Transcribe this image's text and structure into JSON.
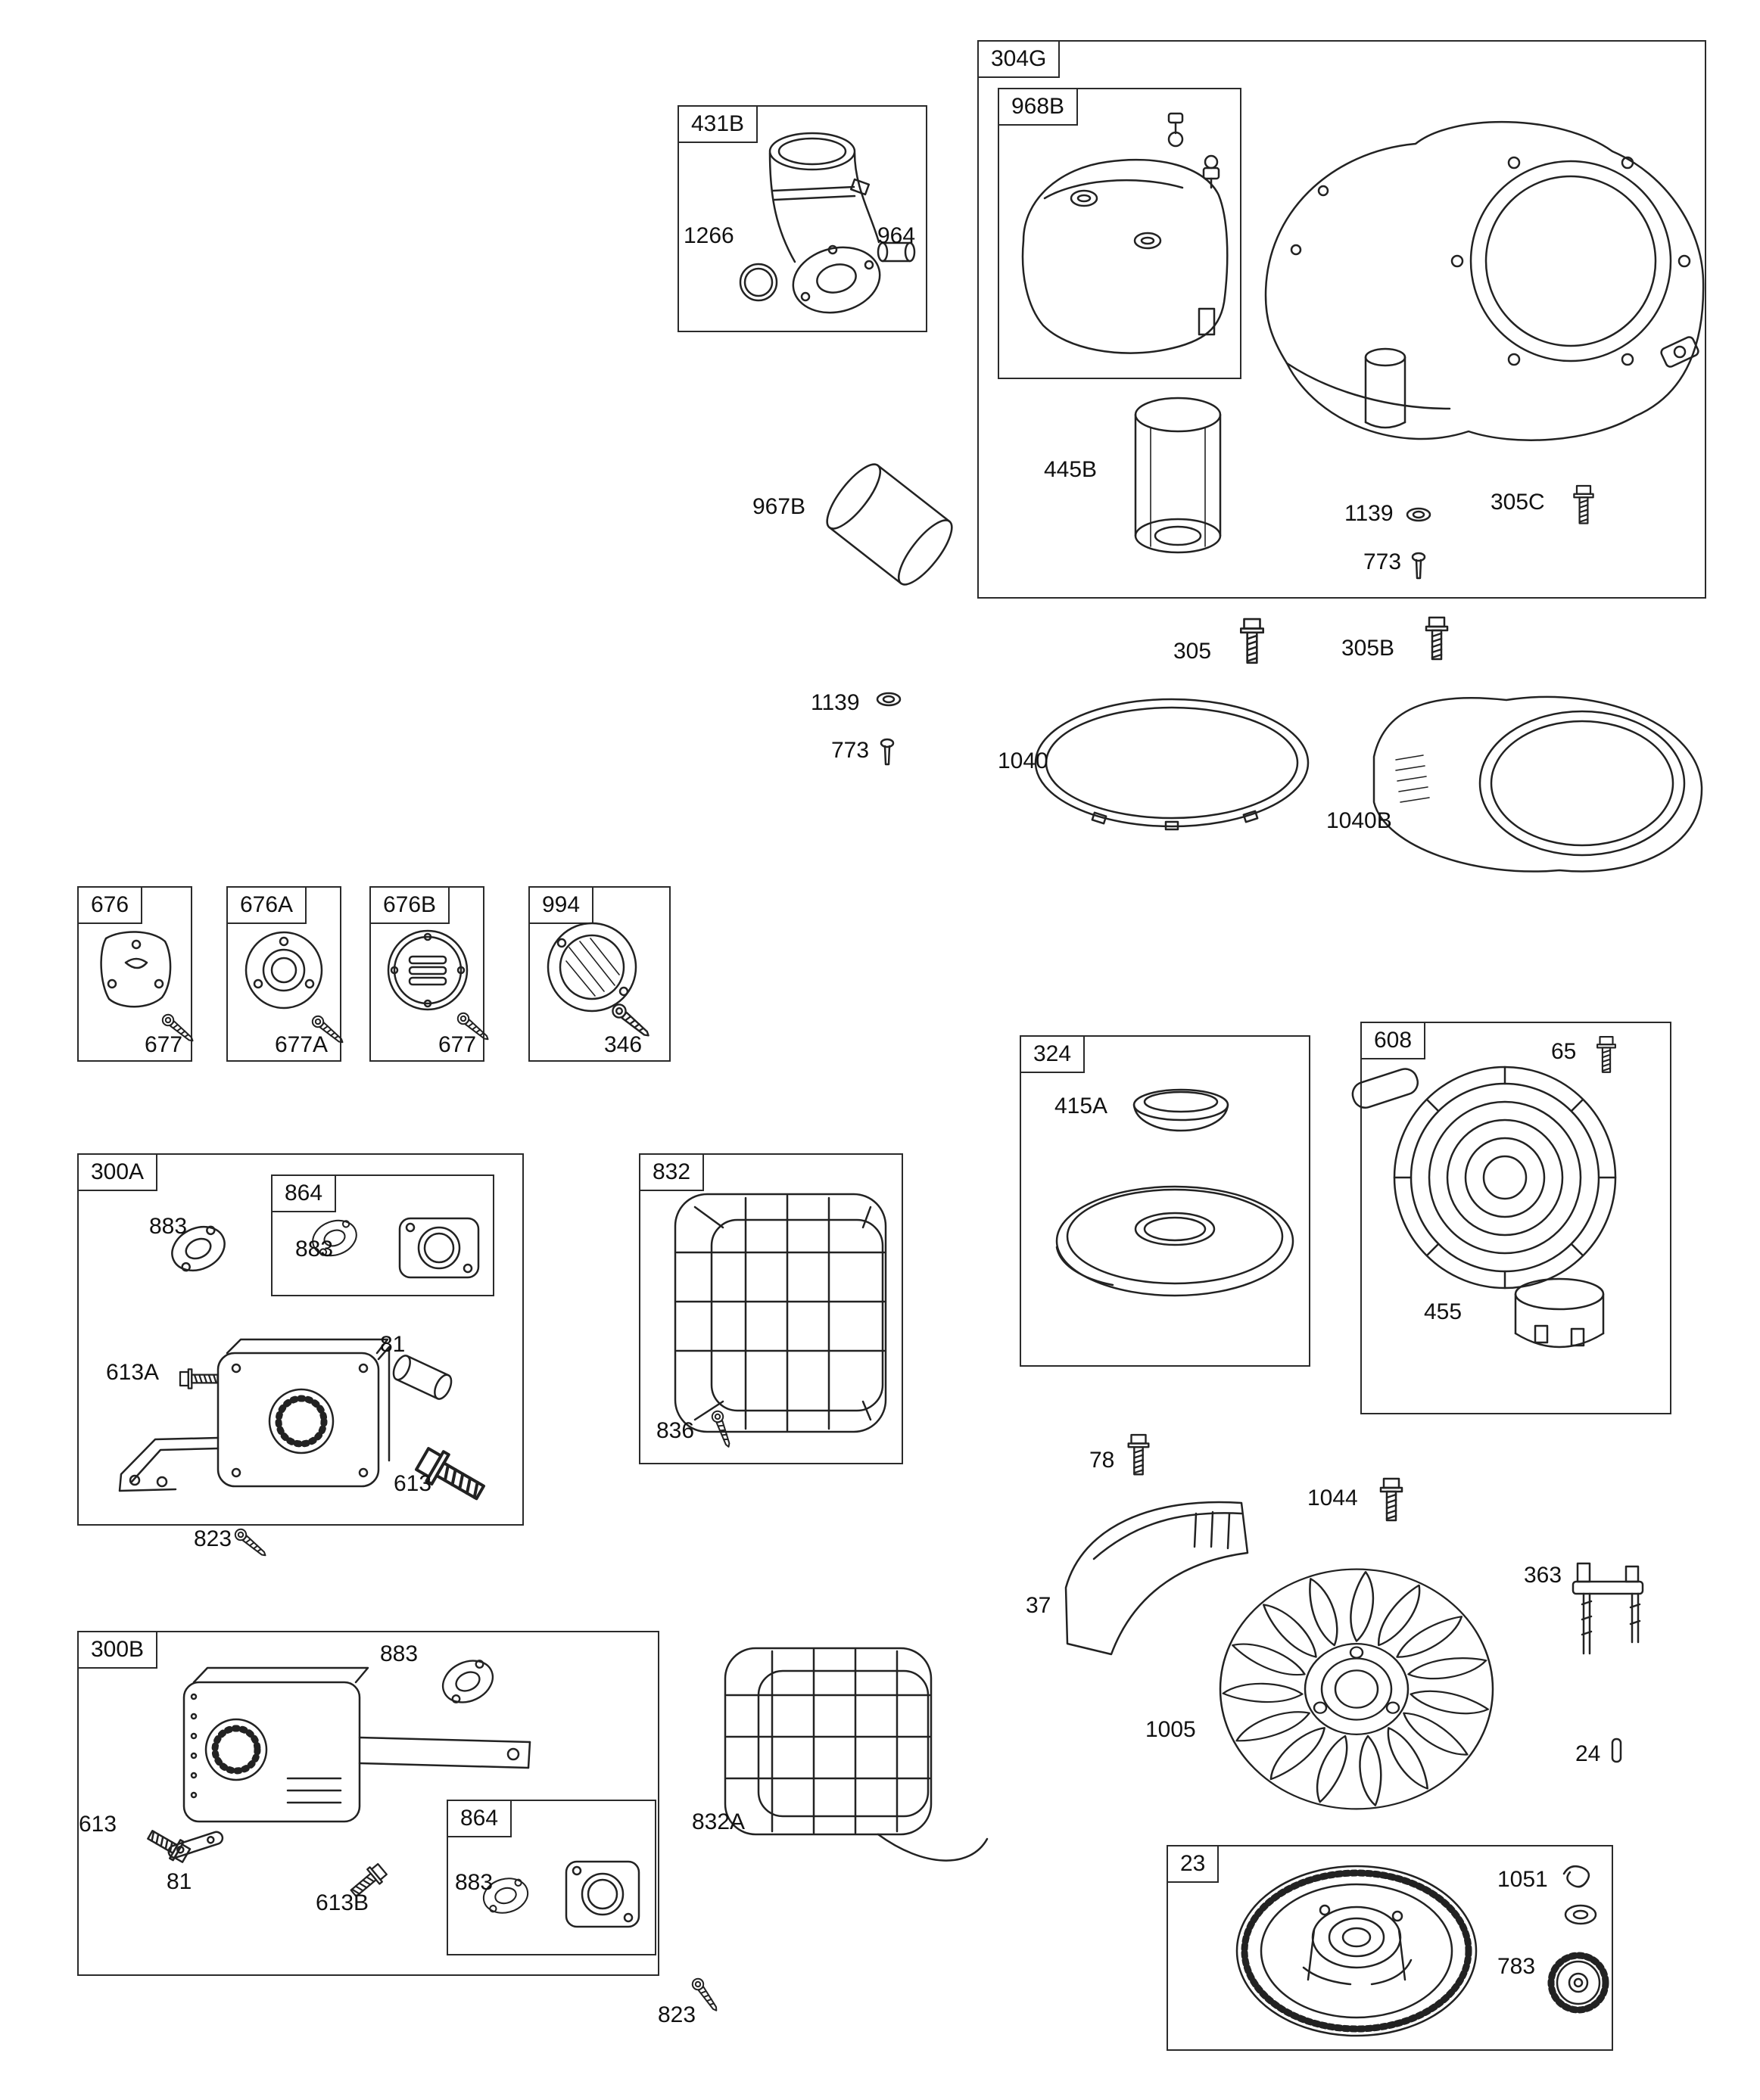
{
  "page": {
    "background": "#ffffff",
    "line_color": "#222222",
    "text_color": "#111111"
  },
  "groups": [
    {
      "id": "431B",
      "label": "431B"
    },
    {
      "id": "304G",
      "label": "304G"
    },
    {
      "id": "968B",
      "label": "968B"
    },
    {
      "id": "676",
      "label": "676"
    },
    {
      "id": "676A",
      "label": "676A"
    },
    {
      "id": "676B",
      "label": "676B"
    },
    {
      "id": "994",
      "label": "994"
    },
    {
      "id": "324",
      "label": "324"
    },
    {
      "id": "608",
      "label": "608"
    },
    {
      "id": "300A",
      "label": "300A"
    },
    {
      "id": "864A",
      "label": "864"
    },
    {
      "id": "832",
      "label": "832"
    },
    {
      "id": "300B",
      "label": "300B"
    },
    {
      "id": "864B",
      "label": "864"
    },
    {
      "id": "23",
      "label": "23"
    }
  ],
  "part_labels": [
    {
      "id": "1266",
      "text": "1266"
    },
    {
      "id": "964",
      "text": "964"
    },
    {
      "id": "967B",
      "text": "967B"
    },
    {
      "id": "445B",
      "text": "445B"
    },
    {
      "id": "1139-top",
      "text": "1139"
    },
    {
      "id": "305C",
      "text": "305C"
    },
    {
      "id": "773-top",
      "text": "773"
    },
    {
      "id": "305",
      "text": "305"
    },
    {
      "id": "305B",
      "text": "305B"
    },
    {
      "id": "1139-mid",
      "text": "1139"
    },
    {
      "id": "773-mid",
      "text": "773"
    },
    {
      "id": "1040",
      "text": "1040"
    },
    {
      "id": "1040B",
      "text": "1040B"
    },
    {
      "id": "677-a",
      "text": "677"
    },
    {
      "id": "677A",
      "text": "677A"
    },
    {
      "id": "677-b",
      "text": "677"
    },
    {
      "id": "346",
      "text": "346"
    },
    {
      "id": "415A",
      "text": "415A"
    },
    {
      "id": "65",
      "text": "65"
    },
    {
      "id": "455",
      "text": "455"
    },
    {
      "id": "883-300A",
      "text": "883"
    },
    {
      "id": "883-864A",
      "text": "883"
    },
    {
      "id": "81-300A",
      "text": "81"
    },
    {
      "id": "613A",
      "text": "613A"
    },
    {
      "id": "613-300A",
      "text": "613"
    },
    {
      "id": "823-top",
      "text": "823"
    },
    {
      "id": "836",
      "text": "836"
    },
    {
      "id": "78",
      "text": "78"
    },
    {
      "id": "1044",
      "text": "1044"
    },
    {
      "id": "37",
      "text": "37"
    },
    {
      "id": "363",
      "text": "363"
    },
    {
      "id": "1005",
      "text": "1005"
    },
    {
      "id": "24",
      "text": "24"
    },
    {
      "id": "883-300B",
      "text": "883"
    },
    {
      "id": "613-300B",
      "text": "613"
    },
    {
      "id": "81-300B",
      "text": "81"
    },
    {
      "id": "613B",
      "text": "613B"
    },
    {
      "id": "883-864B",
      "text": "883"
    },
    {
      "id": "832A",
      "text": "832A"
    },
    {
      "id": "823-bottom",
      "text": "823"
    },
    {
      "id": "1051",
      "text": "1051"
    },
    {
      "id": "783",
      "text": "783"
    }
  ]
}
